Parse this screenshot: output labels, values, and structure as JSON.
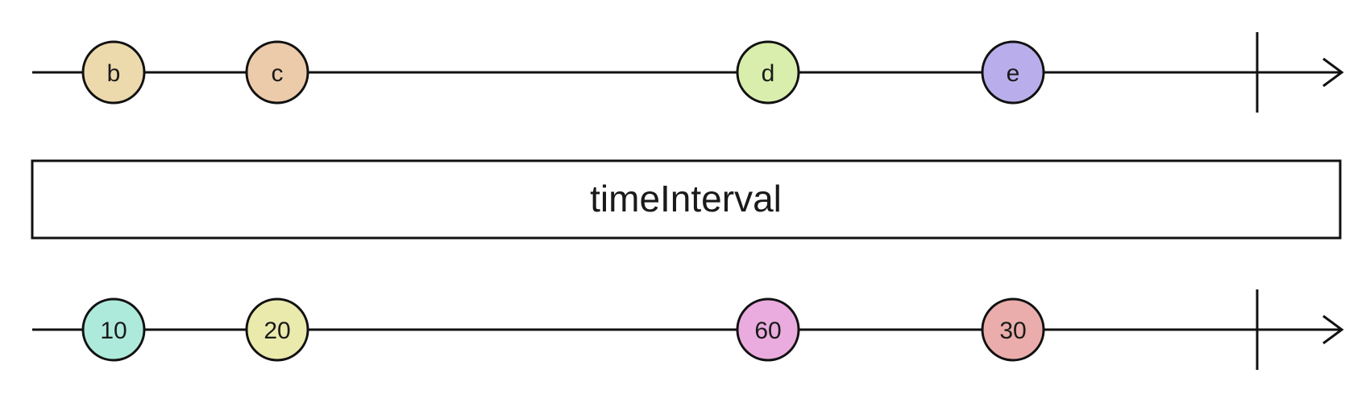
{
  "diagram": {
    "input": {
      "marbles": [
        {
          "label": "b",
          "color": "#eddaac"
        },
        {
          "label": "c",
          "color": "#eccbaa"
        },
        {
          "label": "d",
          "color": "#d9eeac"
        },
        {
          "label": "e",
          "color": "#b9aeeb"
        }
      ]
    },
    "operator": {
      "label": "timeInterval"
    },
    "output": {
      "marbles": [
        {
          "label": "10",
          "color": "#aeeadb"
        },
        {
          "label": "20",
          "color": "#eaeaad"
        },
        {
          "label": "60",
          "color": "#eaacde"
        },
        {
          "label": "30",
          "color": "#eaadab"
        }
      ]
    }
  }
}
